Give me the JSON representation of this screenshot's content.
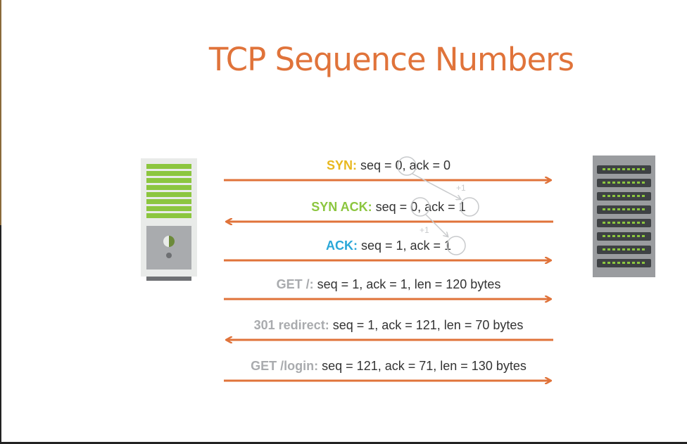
{
  "title": "TCP Sequence Numbers",
  "steps": [
    {
      "name": "SYN:",
      "detail": " seq = 0, ack = 0",
      "direction": "right",
      "color": "#e8b81e"
    },
    {
      "name": "SYN ACK:",
      "detail": " seq = 0, ack = 1",
      "direction": "left",
      "color": "#8cc63f"
    },
    {
      "name": "ACK:",
      "detail": " seq = 1, ack = 1",
      "direction": "right",
      "color": "#2aa7d8"
    },
    {
      "name": "GET /:",
      "detail": " seq = 1, ack = 1, len = 120 bytes",
      "direction": "right",
      "color": "#a9abae"
    },
    {
      "name": "301 redirect:",
      "detail": " seq = 1, ack = 121, len = 70 bytes",
      "direction": "left",
      "color": "#a9abae"
    },
    {
      "name": "GET /login:",
      "detail": " seq = 121, ack = 71, len = 130 bytes",
      "direction": "right",
      "color": "#a9abae"
    }
  ],
  "increment_labels": [
    "+1",
    "+1"
  ],
  "colors": {
    "title": "#e0733a",
    "arrow": "#e0733a",
    "annotation": "#c8cacc"
  },
  "icons": {
    "client": "desktop-computer-icon",
    "server": "server-rack-icon"
  }
}
